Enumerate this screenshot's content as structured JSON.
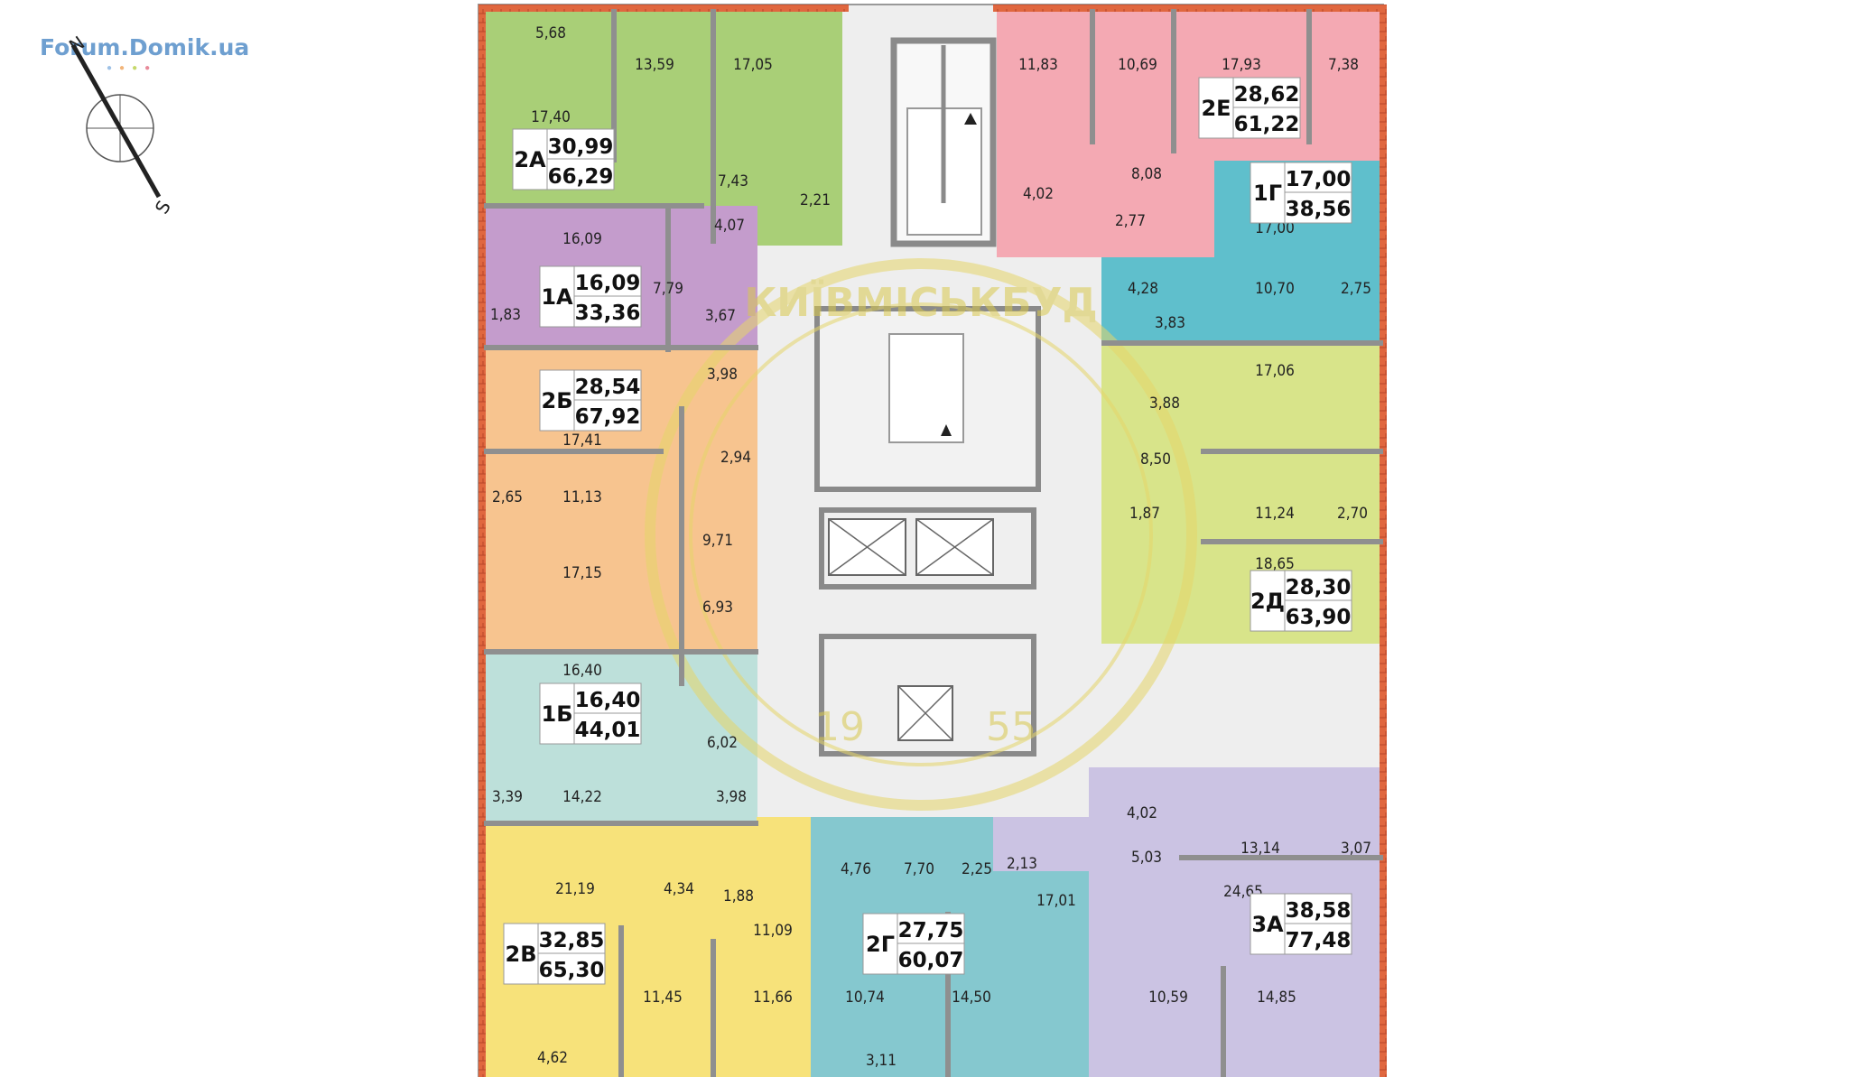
{
  "site": {
    "brand": "Forum.Domik.ua",
    "dot_colors": [
      "#9ec1e6",
      "#f2b57a",
      "#c6d86a",
      "#e88a9a"
    ]
  },
  "compass": {
    "north": "N",
    "south": "S"
  },
  "watermark": {
    "top_text": "КИЇВМІСЬКБУД",
    "year_left": "19",
    "year_right": "55"
  },
  "apartments": [
    {
      "id": "2A",
      "code": "2А",
      "living": "30,99",
      "total": "66,29",
      "color": "#a9cf77",
      "rooms": [
        "5,68",
        "13,59",
        "17,05",
        "17,40",
        "7,43",
        "2,21",
        "4,07"
      ]
    },
    {
      "id": "1A",
      "code": "1А",
      "living": "16,09",
      "total": "33,36",
      "color": "#c49ccc",
      "rooms": [
        "16,09",
        "7,79",
        "1,83",
        "3,67"
      ]
    },
    {
      "id": "2B",
      "code": "2Б",
      "living": "28,54",
      "total": "67,92",
      "color": "#f7c48f",
      "rooms": [
        "3,98",
        "17,41",
        "2,94",
        "2,65",
        "11,13",
        "9,71",
        "17,15",
        "6,93"
      ]
    },
    {
      "id": "1B",
      "code": "1Б",
      "living": "16,40",
      "total": "44,01",
      "color": "#bde0da",
      "rooms": [
        "16,40",
        "6,02",
        "3,39",
        "14,22",
        "3,98"
      ]
    },
    {
      "id": "2V",
      "code": "2В",
      "living": "32,85",
      "total": "65,30",
      "color": "#f7e27a",
      "rooms": [
        "21,19",
        "4,34",
        "1,88",
        "11,09",
        "11,45",
        "11,66",
        "4,62"
      ]
    },
    {
      "id": "2G",
      "code": "2Г",
      "living": "27,75",
      "total": "60,07",
      "color": "#85c8cf",
      "rooms": [
        "4,76",
        "7,70",
        "2,25",
        "2,13",
        "17,01",
        "10,74",
        "14,50",
        "3,11"
      ]
    },
    {
      "id": "3A",
      "code": "3А",
      "living": "38,58",
      "total": "77,48",
      "color": "#cbc3e3",
      "rooms": [
        "4,02",
        "5,03",
        "13,14",
        "3,07",
        "24,65",
        "10,59",
        "14,85"
      ]
    },
    {
      "id": "2D",
      "code": "2Д",
      "living": "28,30",
      "total": "63,90",
      "color": "#d8e48a",
      "rooms": [
        "3,88",
        "17,06",
        "8,50",
        "1,87",
        "11,24",
        "2,70",
        "18,65"
      ]
    },
    {
      "id": "1G",
      "code": "1Г",
      "living": "17,00",
      "total": "38,56",
      "color": "#5fbfcc",
      "rooms": [
        "17,00",
        "4,28",
        "10,70",
        "2,75",
        "3,83"
      ]
    },
    {
      "id": "2E",
      "code": "2Е",
      "living": "28,62",
      "total": "61,22",
      "color": "#f4a9b3",
      "rooms": [
        "11,83",
        "10,69",
        "17,93",
        "7,38",
        "4,02",
        "8,08",
        "2,77"
      ]
    }
  ]
}
